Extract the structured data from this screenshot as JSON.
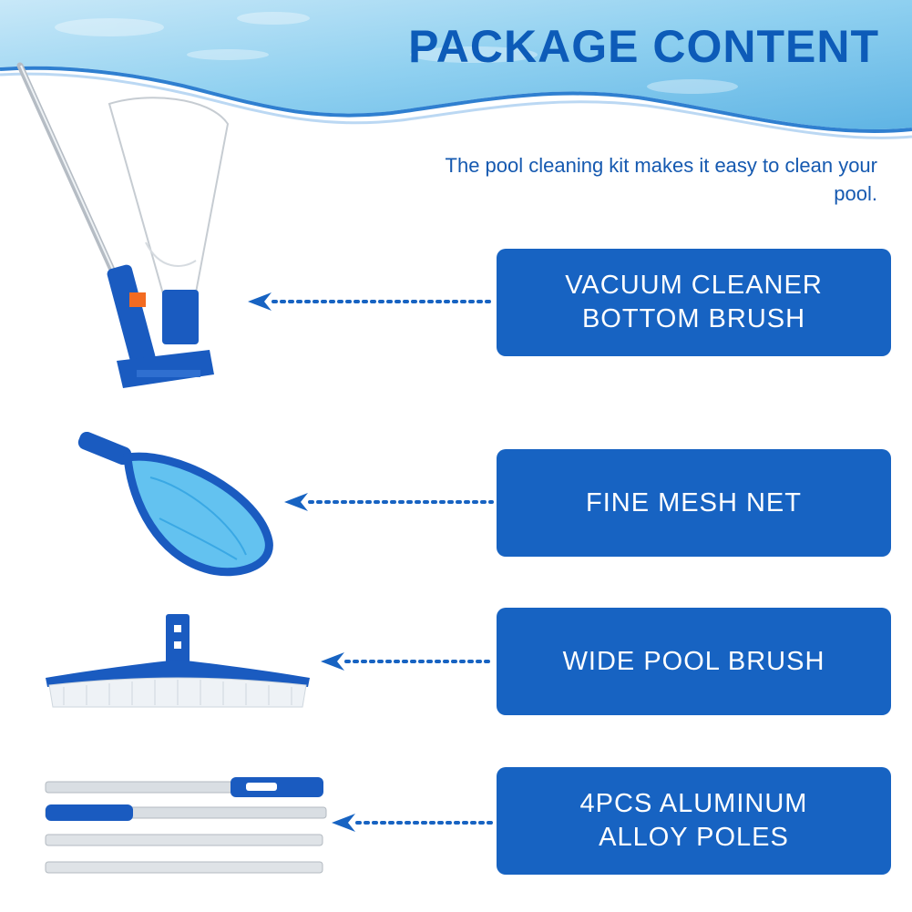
{
  "header": {
    "title": "PACKAGE CONTENT",
    "subtitle": "The pool cleaning kit makes it easy to clean your pool."
  },
  "items": [
    {
      "label": "VACUUM CLEANER\nBOTTOM BRUSH",
      "icon": "vacuum-head-icon"
    },
    {
      "label": "FINE MESH NET",
      "icon": "skimmer-net-icon"
    },
    {
      "label": "WIDE POOL BRUSH",
      "icon": "wall-brush-icon"
    },
    {
      "label": "4PCS ALUMINUM\nALLOY POLES",
      "icon": "telescopic-poles-icon"
    }
  ],
  "colors": {
    "accent": "#1763c2",
    "title": "#0d5bb8",
    "water": "#7cc4ea"
  }
}
